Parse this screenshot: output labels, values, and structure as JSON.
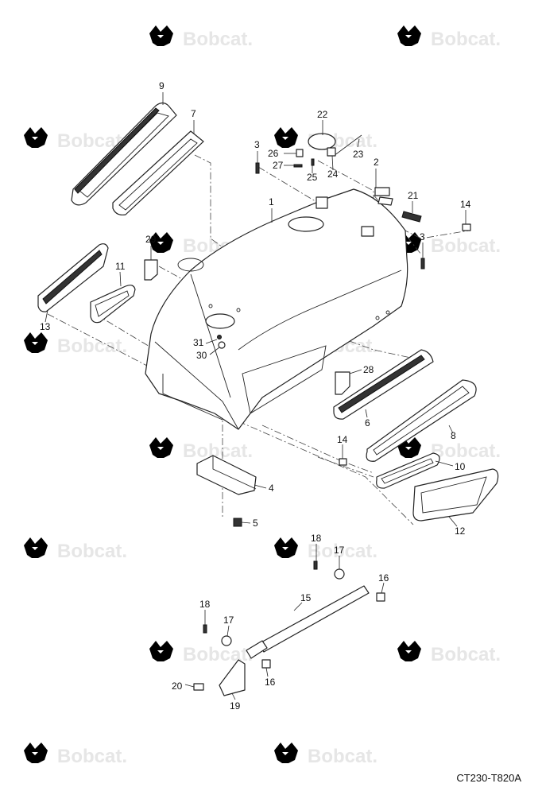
{
  "watermark": {
    "text": "Bobcat."
  },
  "figure_code": "CT230-T820A",
  "callouts": [
    "1",
    "2",
    "3",
    "3",
    "4",
    "5",
    "6",
    "7",
    "8",
    "9",
    "10",
    "11",
    "12",
    "13",
    "14",
    "14",
    "15",
    "16",
    "16",
    "17",
    "17",
    "18",
    "18",
    "19",
    "20",
    "21",
    "22",
    "23",
    "24",
    "25",
    "26",
    "27",
    "28",
    "29",
    "30",
    "31"
  ]
}
